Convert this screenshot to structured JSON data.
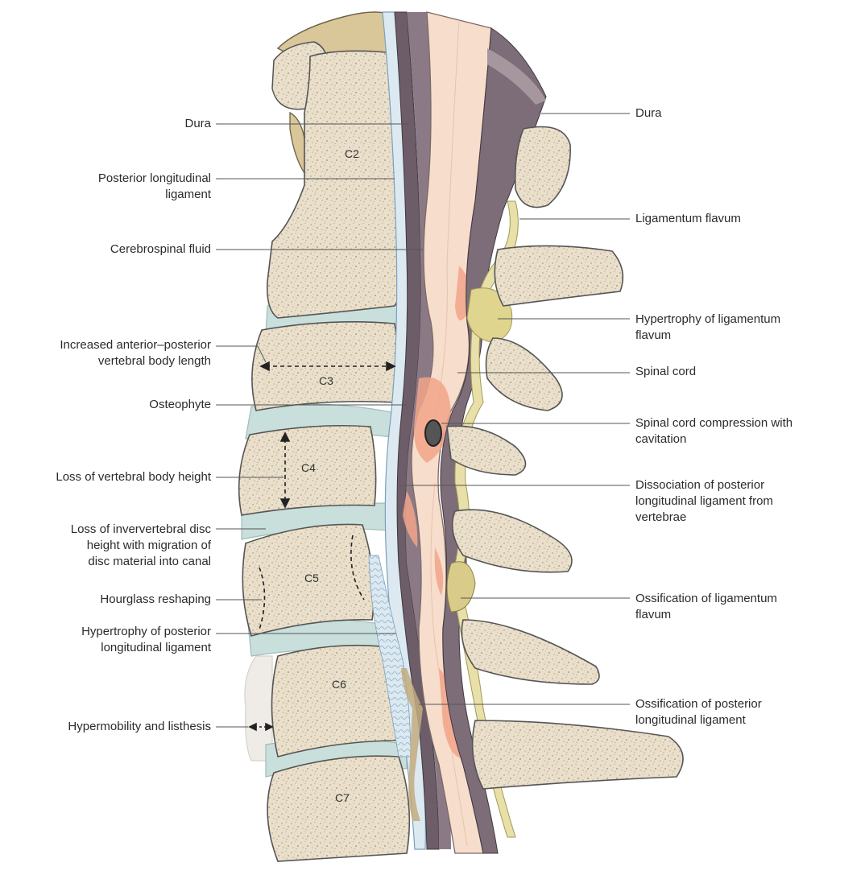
{
  "vertebrae": [
    {
      "id": "c2",
      "label": "C2"
    },
    {
      "id": "c3",
      "label": "C3"
    },
    {
      "id": "c4",
      "label": "C4"
    },
    {
      "id": "c5",
      "label": "C5"
    },
    {
      "id": "c6",
      "label": "C6"
    },
    {
      "id": "c7",
      "label": "C7"
    }
  ],
  "left_labels": [
    {
      "id": "dura-left",
      "text": "Dura"
    },
    {
      "id": "pll",
      "text": "Posterior longitudinal\nligament"
    },
    {
      "id": "csf",
      "text": "Cerebrospinal fluid"
    },
    {
      "id": "ap-length",
      "text": "Increased anterior–posterior\nvertebral body length"
    },
    {
      "id": "osteophyte",
      "text": "Osteophyte"
    },
    {
      "id": "loss-height",
      "text": "Loss of vertebral body height"
    },
    {
      "id": "disc-loss",
      "text": "Loss of inververtebral disc\nheight with migration of\ndisc material into canal"
    },
    {
      "id": "hourglass",
      "text": "Hourglass reshaping"
    },
    {
      "id": "pll-hypertrophy",
      "text": "Hypertrophy of posterior\nlongitudinal ligament"
    },
    {
      "id": "hypermobility",
      "text": "Hypermobility and listhesis"
    }
  ],
  "right_labels": [
    {
      "id": "dura-right",
      "text": "Dura"
    },
    {
      "id": "lig-flavum",
      "text": "Ligamentum flavum"
    },
    {
      "id": "lf-hypertrophy",
      "text": "Hypertrophy of ligamentum\nflavum"
    },
    {
      "id": "spinal-cord",
      "text": "Spinal cord"
    },
    {
      "id": "compression",
      "text": "Spinal cord compression with\ncavitation"
    },
    {
      "id": "pll-dissociation",
      "text": "Dissociation of posterior\nlongitudinal ligament from\nvertebrae"
    },
    {
      "id": "lf-ossification",
      "text": "Ossification of ligamentum\nflavum"
    },
    {
      "id": "pll-ossification",
      "text": "Ossification of posterior\nlongitudinal ligament"
    }
  ],
  "colors": {
    "bone": "#e9dfcb",
    "bone_texture": "#b8a98e",
    "disc": "#c9dfdc",
    "dura": "#7d6d78",
    "cord": "#f7ddcc",
    "edema": "#f2a58a",
    "ligament_flavum": "#e8e0a8",
    "leader": "#555555"
  }
}
